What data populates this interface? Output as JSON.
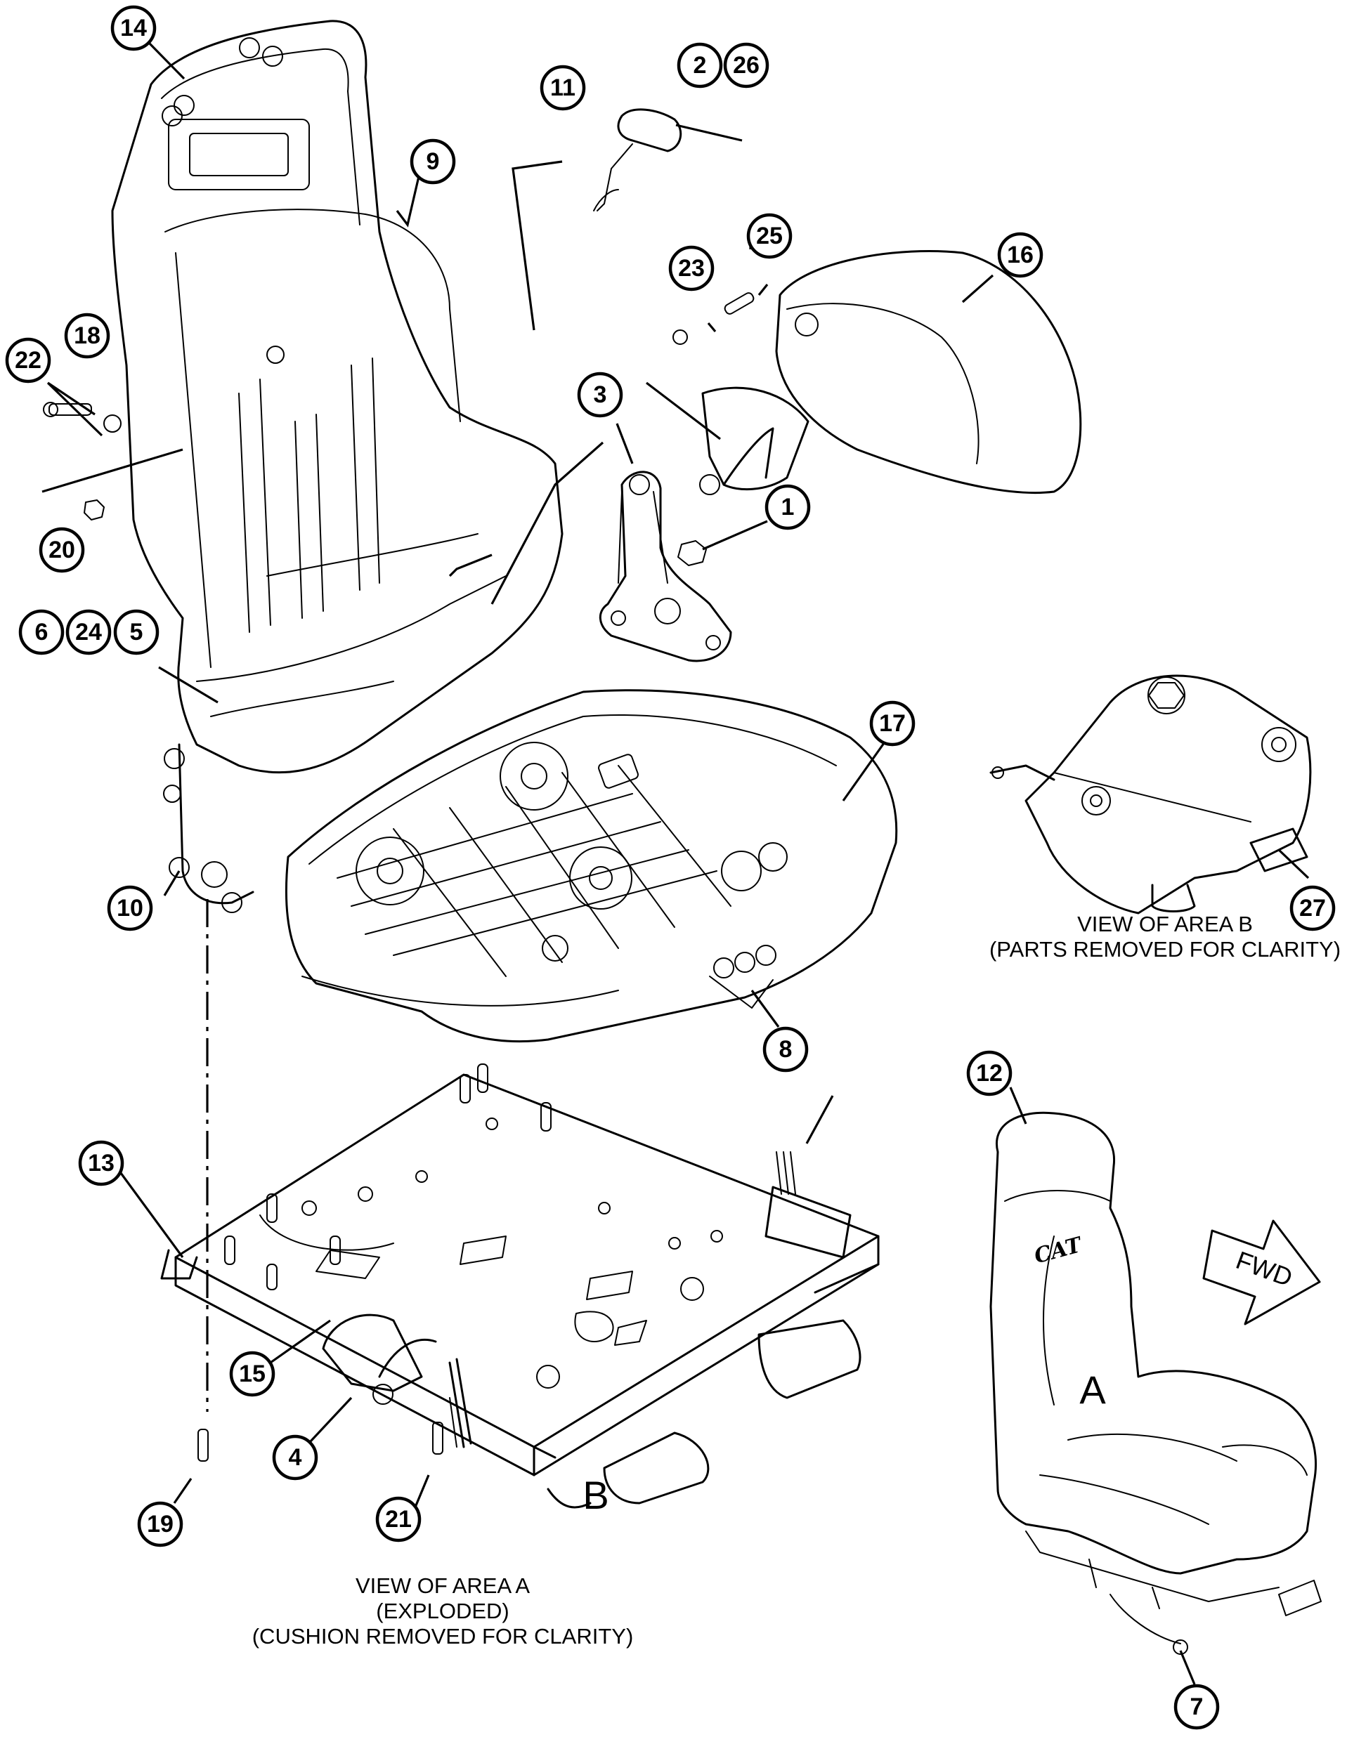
{
  "callouts": [
    {
      "id": "1",
      "label": "1"
    },
    {
      "id": "2",
      "label": "2"
    },
    {
      "id": "26",
      "label": "26"
    },
    {
      "id": "3",
      "label": "3"
    },
    {
      "id": "4",
      "label": "4"
    },
    {
      "id": "5",
      "label": "5"
    },
    {
      "id": "6",
      "label": "6"
    },
    {
      "id": "24",
      "label": "24"
    },
    {
      "id": "7",
      "label": "7"
    },
    {
      "id": "8",
      "label": "8"
    },
    {
      "id": "9",
      "label": "9"
    },
    {
      "id": "10",
      "label": "10"
    },
    {
      "id": "11",
      "label": "11"
    },
    {
      "id": "12",
      "label": "12"
    },
    {
      "id": "13",
      "label": "13"
    },
    {
      "id": "14",
      "label": "14"
    },
    {
      "id": "15",
      "label": "15"
    },
    {
      "id": "16",
      "label": "16"
    },
    {
      "id": "17",
      "label": "17"
    },
    {
      "id": "18",
      "label": "18"
    },
    {
      "id": "19",
      "label": "19"
    },
    {
      "id": "20",
      "label": "20"
    },
    {
      "id": "21",
      "label": "21"
    },
    {
      "id": "22",
      "label": "22"
    },
    {
      "id": "23",
      "label": "23"
    },
    {
      "id": "25",
      "label": "25"
    },
    {
      "id": "27",
      "label": "27"
    }
  ],
  "captions": {
    "area_b": [
      "VIEW OF AREA B",
      "(PARTS REMOVED FOR CLARITY)"
    ],
    "area_a": [
      "VIEW OF AREA A",
      "(EXPLODED)",
      "(CUSHION REMOVED FOR CLARITY)"
    ]
  },
  "labels": {
    "area_a_letter": "A",
    "area_b_letter": "B",
    "fwd_arrow": "FWD",
    "cat_logo": "CAT"
  }
}
